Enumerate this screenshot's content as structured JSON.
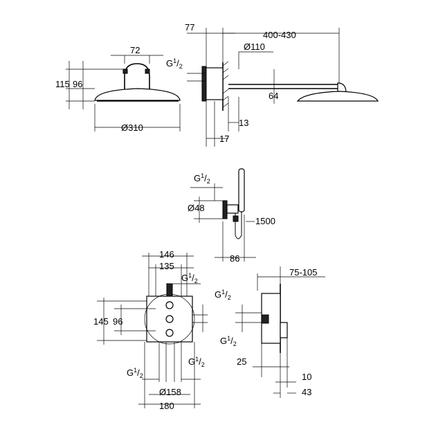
{
  "thread": {
    "letter": "G",
    "num": "1",
    "den": "2"
  },
  "head_front": {
    "width_72": "72",
    "height_115": "115",
    "height_96": "96",
    "diameter": "Ø310"
  },
  "head_side": {
    "depth_77": "77",
    "reach": "400-430",
    "flange": "Ø110",
    "drop": "64",
    "d13": "13",
    "d17": "17"
  },
  "hand_shower": {
    "diameter": "Ø48",
    "hose": "1500",
    "width": "86"
  },
  "valve_front": {
    "w146": "146",
    "w135": "135",
    "h145": "145",
    "h96": "96",
    "diameter": "Ø158",
    "w180": "180"
  },
  "valve_side": {
    "depth": "75-105",
    "d25": "25",
    "d10": "10",
    "d43": "43"
  }
}
